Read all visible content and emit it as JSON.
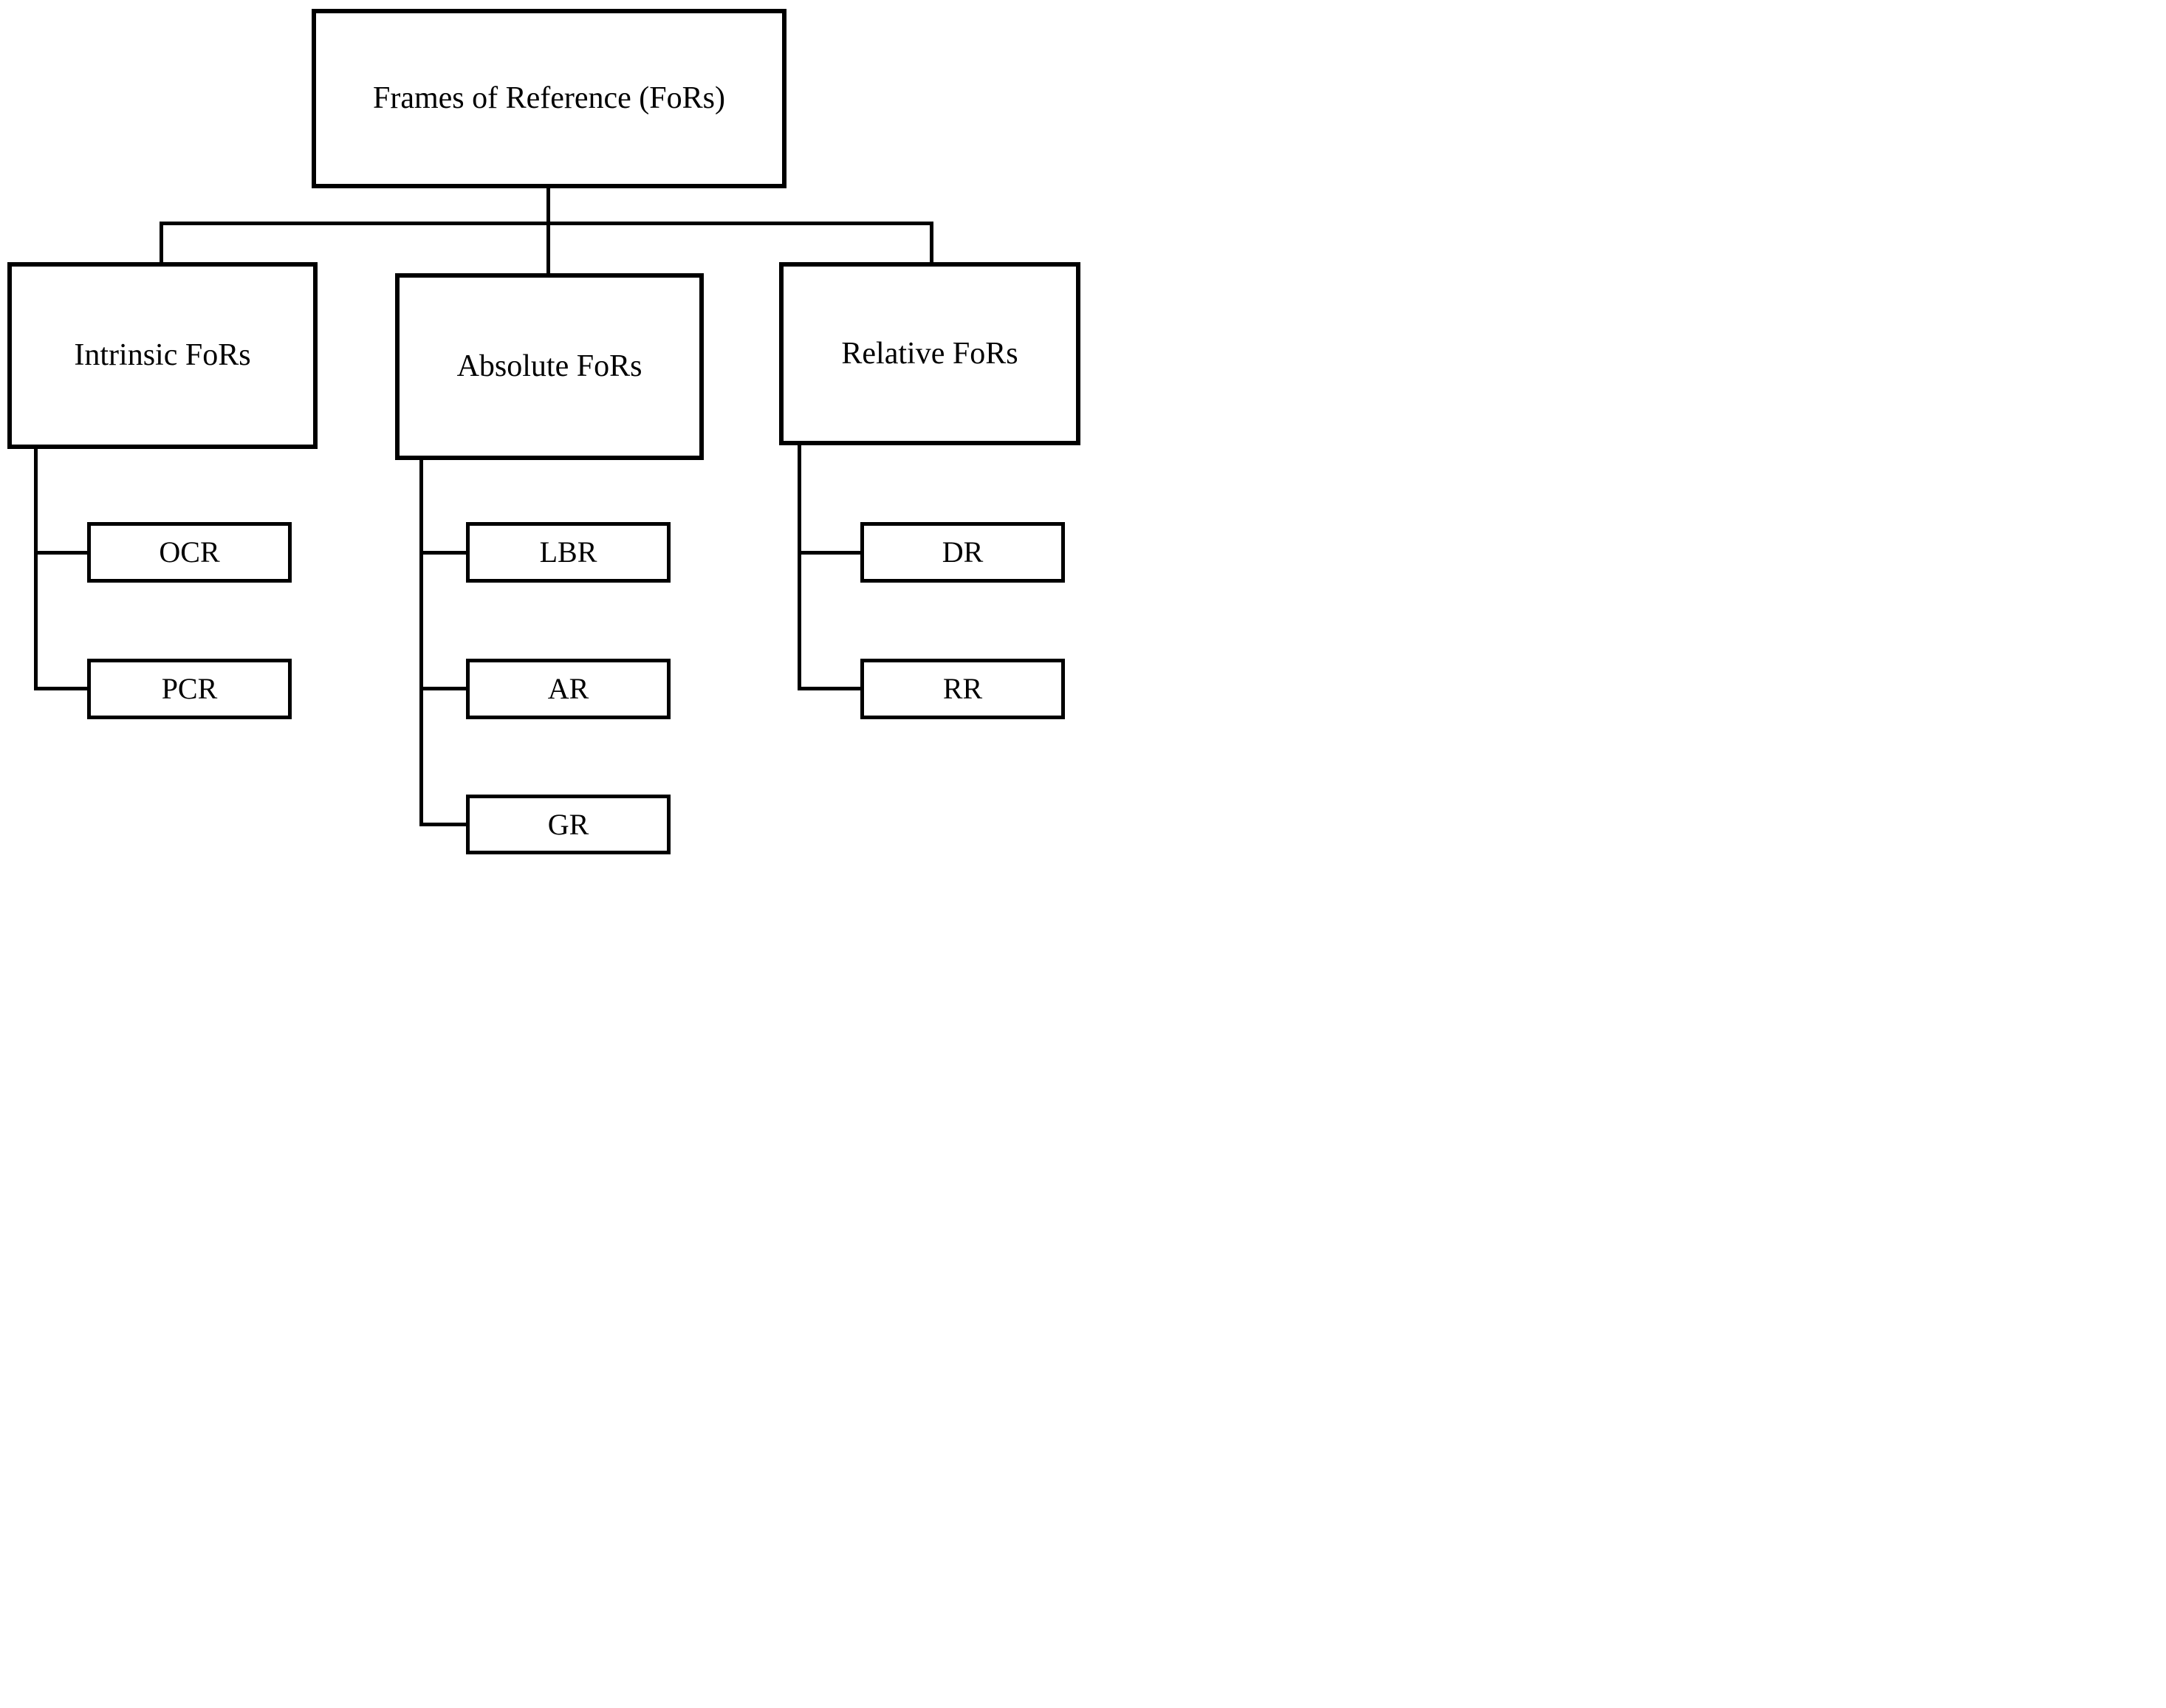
{
  "diagram": {
    "title": "Frames of Reference taxonomy tree",
    "colors": {
      "line": "#000000",
      "box_border": "#000000",
      "box_fill": "#ffffff",
      "background": "#ffffff",
      "text": "#000000"
    },
    "root": {
      "id": "fors",
      "label": "Frames of Reference (FoRs)"
    },
    "children": [
      {
        "id": "intrinsic",
        "label": "Intrinsic FoRs",
        "children": [
          {
            "id": "ocr",
            "label": "OCR"
          },
          {
            "id": "pcr",
            "label": "PCR"
          }
        ]
      },
      {
        "id": "absolute",
        "label": "Absolute FoRs",
        "children": [
          {
            "id": "lbr",
            "label": "LBR"
          },
          {
            "id": "ar",
            "label": "AR"
          },
          {
            "id": "gr",
            "label": "GR"
          }
        ]
      },
      {
        "id": "relative",
        "label": "Relative FoRs",
        "children": [
          {
            "id": "dr",
            "label": "DR"
          },
          {
            "id": "rr",
            "label": "RR"
          }
        ]
      }
    ]
  }
}
